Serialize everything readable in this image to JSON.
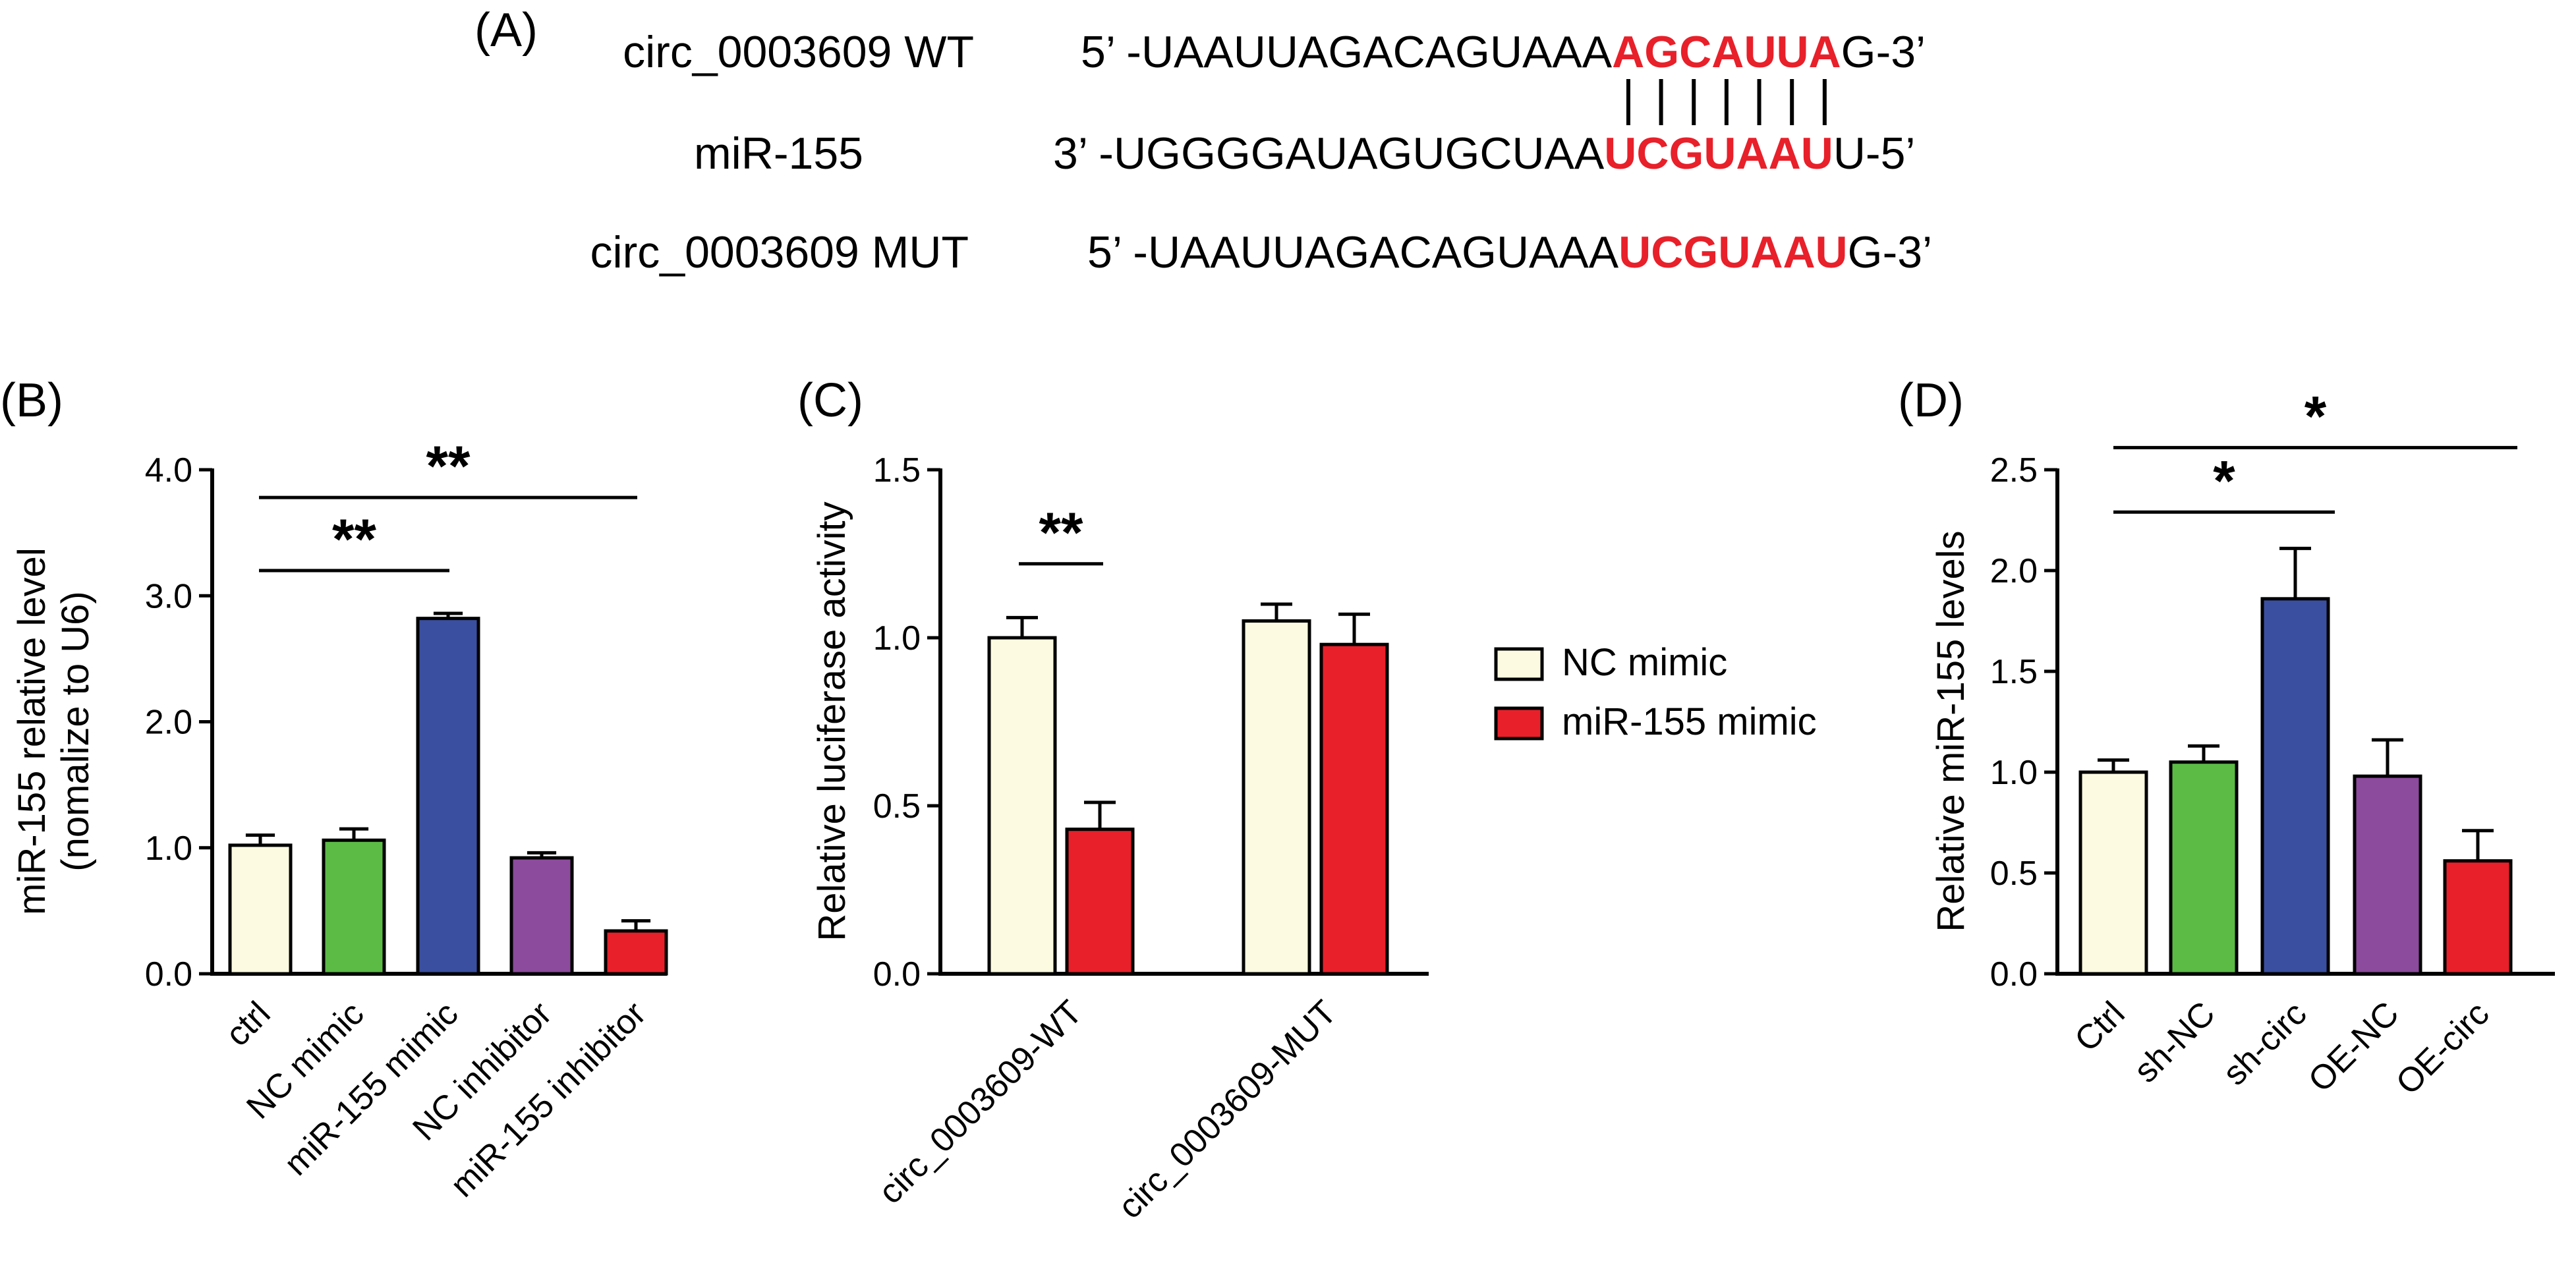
{
  "panel_a": {
    "label": "(A)",
    "rows": [
      {
        "name": "circ_0003609 WT",
        "prefix": "5’ -",
        "seq": "UAAUUAGACAGUAAA",
        "site": "AGCAUUA",
        "suffix": "G-3’"
      },
      {
        "name": "miR-155",
        "prefix": "3’  -",
        "seq": "UGGGGAUAGUGCUAA",
        "site": "UCGUAAU",
        "suffix": "U-5’"
      },
      {
        "name": "circ_0003609 MUT",
        "prefix": "5’ -",
        "seq": "UAAUUAGACAGUAAA",
        "site": "UCGUAAU",
        "suffix": "G-3’"
      }
    ],
    "pair_count": 7
  },
  "colors": {
    "cream": "#fcfae0",
    "green": "#5bbb45",
    "blue": "#3a4fa0",
    "purple": "#8c4b9d",
    "red": "#e8202a",
    "highlight": "#e8202a"
  },
  "chart_data": [
    {
      "panel": "(B)",
      "type": "bar",
      "ylabel": [
        "miR-155 relative level",
        "(nomalize to U6)"
      ],
      "ylim": [
        0,
        4
      ],
      "yticks": [
        "0.0",
        "1.0",
        "2.0",
        "3.0",
        "4.0"
      ],
      "categories": [
        "ctrl",
        "NC mimic",
        "miR-155 mimic",
        "NC inhibitor",
        "miR-155 inhibitor"
      ],
      "values": [
        1.02,
        1.06,
        2.82,
        0.92,
        0.34
      ],
      "errors": [
        0.08,
        0.09,
        0.04,
        0.04,
        0.08
      ],
      "colors": [
        "cream",
        "green",
        "blue",
        "purple",
        "red"
      ],
      "significance": [
        {
          "from": 0,
          "to": 2,
          "label": "**",
          "y": 3.2
        },
        {
          "from": 0,
          "to": 4,
          "label": "**",
          "y": 3.78
        }
      ]
    },
    {
      "panel": "(C)",
      "type": "bar",
      "ylabel": [
        "Relative luciferase activity"
      ],
      "ylim": [
        0,
        1.5
      ],
      "yticks": [
        "0.0",
        "0.5",
        "1.0",
        "1.5"
      ],
      "categories": [
        "circ_0003609-WT",
        "circ_0003609-MUT"
      ],
      "series": [
        {
          "name": "NC mimic",
          "color": "cream",
          "values": [
            1.0,
            1.05
          ],
          "errors": [
            0.06,
            0.05
          ]
        },
        {
          "name": "miR-155 mimic",
          "color": "red",
          "values": [
            0.43,
            0.98
          ],
          "errors": [
            0.08,
            0.09
          ]
        }
      ],
      "significance": [
        {
          "label": "**",
          "y": 1.22
        }
      ],
      "legend": "right"
    },
    {
      "panel": "(D)",
      "type": "bar",
      "ylabel": [
        "Relative miR-155 levels"
      ],
      "ylim": [
        0,
        2.5
      ],
      "yticks": [
        "0.0",
        "0.5",
        "1.0",
        "1.5",
        "2.0",
        "2.5"
      ],
      "categories": [
        "Ctrl",
        "sh-NC",
        "sh-circ",
        "OE-NC",
        "OE-circ"
      ],
      "values": [
        1.0,
        1.05,
        1.86,
        0.98,
        0.56
      ],
      "errors": [
        0.06,
        0.08,
        0.25,
        0.18,
        0.15
      ],
      "colors": [
        "cream",
        "green",
        "blue",
        "purple",
        "red"
      ],
      "significance": [
        {
          "from": 0,
          "to": 2,
          "label": "*",
          "y": 2.29
        },
        {
          "from": 0,
          "to": 4,
          "label": "*",
          "y": 2.61
        }
      ]
    }
  ]
}
